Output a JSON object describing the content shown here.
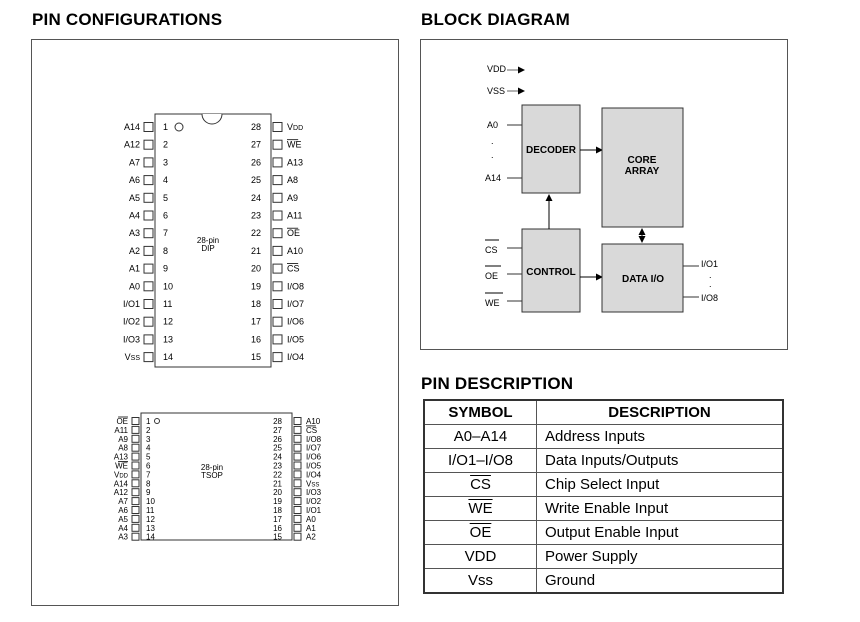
{
  "titles": {
    "pin_config": "PIN CONFIGURATIONS",
    "block_diagram": "BLOCK DIAGRAM",
    "pin_description": "PIN DESCRIPTION"
  },
  "dip": {
    "label": "28-pin",
    "label2": "DIP",
    "left": [
      {
        "num": "1",
        "name": "A14"
      },
      {
        "num": "2",
        "name": "A12"
      },
      {
        "num": "3",
        "name": "A7"
      },
      {
        "num": "4",
        "name": "A6"
      },
      {
        "num": "5",
        "name": "A5"
      },
      {
        "num": "6",
        "name": "A4"
      },
      {
        "num": "7",
        "name": "A3"
      },
      {
        "num": "8",
        "name": "A2"
      },
      {
        "num": "9",
        "name": "A1"
      },
      {
        "num": "10",
        "name": "A0"
      },
      {
        "num": "11",
        "name": "I/O1"
      },
      {
        "num": "12",
        "name": "I/O2"
      },
      {
        "num": "13",
        "name": "I/O3"
      },
      {
        "num": "14",
        "name": "VSS"
      }
    ],
    "right": [
      {
        "num": "28",
        "name": "VDD"
      },
      {
        "num": "27",
        "name": "WE"
      },
      {
        "num": "26",
        "name": "A13"
      },
      {
        "num": "25",
        "name": "A8"
      },
      {
        "num": "24",
        "name": "A9"
      },
      {
        "num": "23",
        "name": "A11"
      },
      {
        "num": "22",
        "name": "OE"
      },
      {
        "num": "21",
        "name": "A10"
      },
      {
        "num": "20",
        "name": "CS"
      },
      {
        "num": "19",
        "name": "I/O8"
      },
      {
        "num": "18",
        "name": "I/O7"
      },
      {
        "num": "17",
        "name": "I/O6"
      },
      {
        "num": "16",
        "name": "I/O5"
      },
      {
        "num": "15",
        "name": "I/O4"
      }
    ]
  },
  "tsop": {
    "label": "28-pin",
    "label2": "TSOP",
    "left": [
      {
        "num": "1",
        "name": "OE"
      },
      {
        "num": "2",
        "name": "A11"
      },
      {
        "num": "3",
        "name": "A9"
      },
      {
        "num": "4",
        "name": "A8"
      },
      {
        "num": "5",
        "name": "A13"
      },
      {
        "num": "6",
        "name": "WE"
      },
      {
        "num": "7",
        "name": "VDD"
      },
      {
        "num": "8",
        "name": "A14"
      },
      {
        "num": "9",
        "name": "A12"
      },
      {
        "num": "10",
        "name": "A7"
      },
      {
        "num": "11",
        "name": "A6"
      },
      {
        "num": "12",
        "name": "A5"
      },
      {
        "num": "13",
        "name": "A4"
      },
      {
        "num": "14",
        "name": "A3"
      }
    ],
    "right": [
      {
        "num": "28",
        "name": "A10"
      },
      {
        "num": "27",
        "name": "CS"
      },
      {
        "num": "26",
        "name": "I/O8"
      },
      {
        "num": "25",
        "name": "I/O7"
      },
      {
        "num": "24",
        "name": "I/O6"
      },
      {
        "num": "23",
        "name": "I/O5"
      },
      {
        "num": "22",
        "name": "I/O4"
      },
      {
        "num": "21",
        "name": "VSS"
      },
      {
        "num": "20",
        "name": "I/O3"
      },
      {
        "num": "19",
        "name": "I/O2"
      },
      {
        "num": "18",
        "name": "I/O1"
      },
      {
        "num": "17",
        "name": "A0"
      },
      {
        "num": "16",
        "name": "A1"
      },
      {
        "num": "15",
        "name": "A2"
      }
    ]
  },
  "block": {
    "vdd": "VDD",
    "vss": "VSS",
    "a0": "A0",
    "a14": "A14",
    "decoder": "DECODER",
    "core1": "CORE",
    "core2": "ARRAY",
    "control": "CONTROL",
    "data_io": "DATA I/O",
    "cs": "CS",
    "oe": "OE",
    "we": "WE",
    "io1": "I/O1",
    "io8": "I/O8"
  },
  "table": {
    "head_symbol": "SYMBOL",
    "head_desc": "DESCRIPTION",
    "rows": [
      {
        "symbol": "A0–A14",
        "desc": "Address Inputs"
      },
      {
        "symbol": "I/O1–I/O8",
        "desc": "Data Inputs/Outputs"
      },
      {
        "symbol": "CS",
        "desc": "Chip Select Input"
      },
      {
        "symbol": "WE",
        "desc": "Write Enable Input"
      },
      {
        "symbol": "OE",
        "desc": "Output Enable Input"
      },
      {
        "symbol": "VDD",
        "desc": "Power Supply"
      },
      {
        "symbol": "Vss",
        "desc": "Ground"
      }
    ]
  }
}
